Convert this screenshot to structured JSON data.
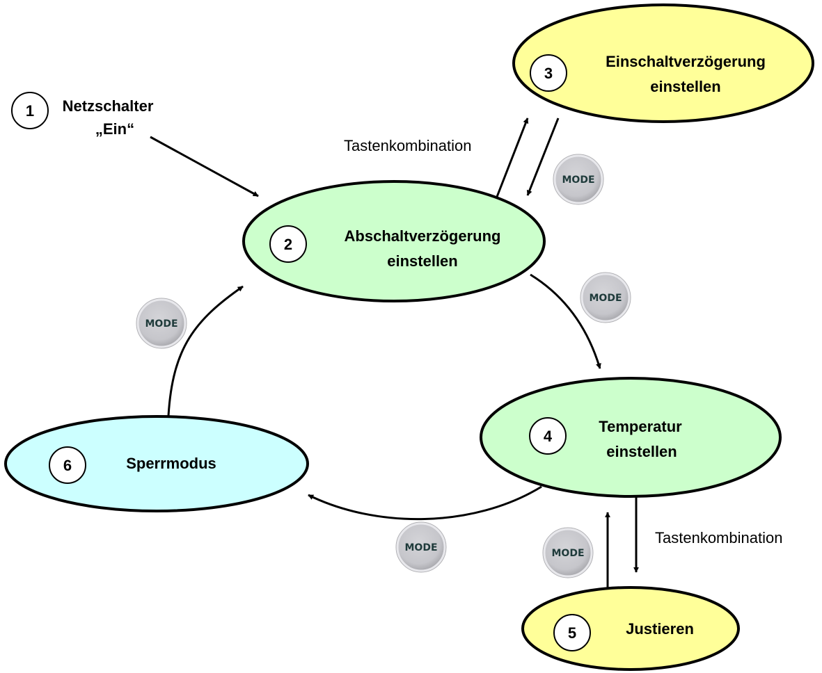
{
  "start": {
    "number": "1",
    "line1": "Netzschalter",
    "line2": "„Ein“"
  },
  "states": {
    "s2": {
      "number": "2",
      "line1": "Abschaltverzögerung",
      "line2": "einstellen",
      "fill": "#ccffcc"
    },
    "s3": {
      "number": "3",
      "line1": "Einschaltverzögerung",
      "line2": "einstellen",
      "fill": "#ffff99"
    },
    "s4": {
      "number": "4",
      "line1": "Temperatur",
      "line2": "einstellen",
      "fill": "#ccffcc"
    },
    "s5": {
      "number": "5",
      "line1": "Justieren",
      "fill": "#ffff99"
    },
    "s6": {
      "number": "6",
      "line1": "Sperrmodus",
      "fill": "#ccffff"
    }
  },
  "transitions": {
    "key_combo_top": "Tastenkombination",
    "key_combo_bottom": "Tastenkombination"
  },
  "mode_buttons": {
    "b3_to_2": "MODE",
    "b2_to_4": "MODE",
    "b6_to_2": "MODE",
    "b4_to_6": "MODE",
    "b5_to_4": "MODE"
  }
}
